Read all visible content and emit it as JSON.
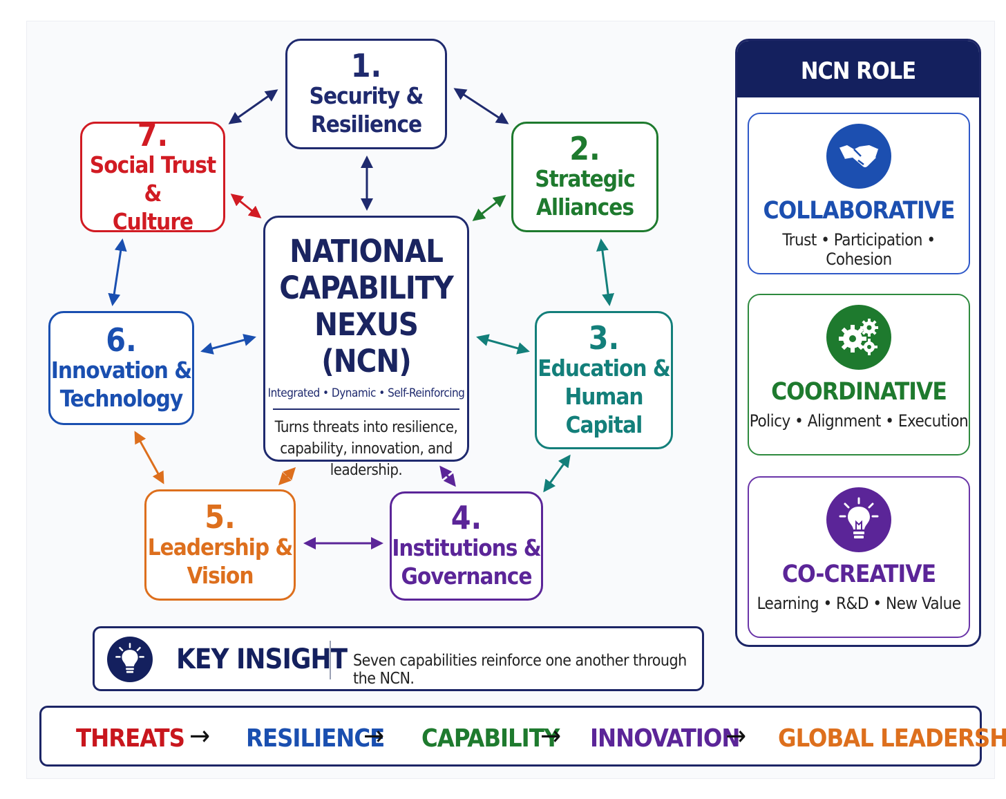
{
  "colors": {
    "navy": "#1f2a6e",
    "green": "#1e7a2e",
    "teal": "#137f7a",
    "purple": "#5b2598",
    "orange": "#dd6f1d",
    "blue": "#1a4fb0",
    "red": "#d11b23"
  },
  "center": {
    "title": "NATIONAL\nCAPABILITY\nNEXUS (NCN)",
    "tags": "Integrated • Dynamic • Self-Reinforcing",
    "description": "Turns threats into resilience, capability, innovation, and leadership."
  },
  "capabilities": [
    {
      "number": "1.",
      "name": "Security &\nResilience",
      "color": "#1f2a6e"
    },
    {
      "number": "2.",
      "name": "Strategic\nAlliances",
      "color": "#1e7a2e"
    },
    {
      "number": "3.",
      "name": "Education &\nHuman\nCapital",
      "color": "#137f7a"
    },
    {
      "number": "4.",
      "name": "Institutions &\nGovernance",
      "color": "#5b2598"
    },
    {
      "number": "5.",
      "name": "Leadership &\nVision",
      "color": "#dd6f1d"
    },
    {
      "number": "6.",
      "name": "Innovation &\nTechnology",
      "color": "#1a4fb0"
    },
    {
      "number": "7.",
      "name": "Social Trust &\nCulture",
      "color": "#d11b23"
    }
  ],
  "mechanisms": {
    "title": "NCN ROLE MECHANISMS",
    "items": [
      {
        "name": "COLLABORATIVE",
        "description": "Trust • Participation • Cohesion",
        "icon": "handshake-icon",
        "color": "#1c4fb0"
      },
      {
        "name": "COORDINATIVE",
        "description": "Policy • Alignment • Execution",
        "icon": "gears-icon",
        "color": "#1e7a2e"
      },
      {
        "name": "CO-CREATIVE",
        "description": "Learning • R&D • New Value",
        "icon": "lightbulb-icon",
        "color": "#5b2598"
      }
    ]
  },
  "insight": {
    "title": "KEY INSIGHT",
    "text": "Seven capabilities reinforce one another through the NCN.",
    "icon": "lightbulb-icon"
  },
  "flow": {
    "steps": [
      {
        "label": "THREATS",
        "color": "#c8161d"
      },
      {
        "label": "RESILIENCE",
        "color": "#1a4fb0"
      },
      {
        "label": "CAPABILITY",
        "color": "#1e7a2e"
      },
      {
        "label": "INNOVATION",
        "color": "#5b2598"
      },
      {
        "label": "GLOBAL LEADERSHIP",
        "color": "#dd6f1d"
      }
    ],
    "arrow": "→"
  }
}
